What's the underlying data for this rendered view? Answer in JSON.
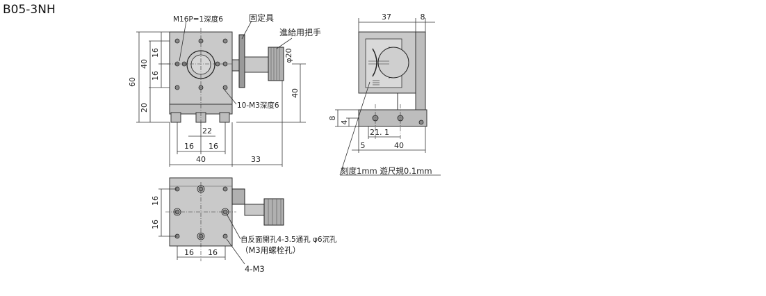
{
  "title": "B05-3NH",
  "top_view": {
    "thread_label": "M16P=1深度6",
    "fixture_label": "固定具",
    "handle_label": "進給用把手",
    "phi_label": "φ20",
    "holes_label": "10-M3深度6",
    "dims": {
      "d60": "60",
      "d16a": "16",
      "d40": "40",
      "d16b": "16",
      "d20": "20",
      "d22": "22",
      "d16c": "16",
      "d16d": "16",
      "d40w": "40",
      "d33": "33",
      "d40h": "40"
    }
  },
  "side_view": {
    "dims": {
      "d37": "37",
      "d8top": "8",
      "d8": "8",
      "d4": "4",
      "d211": "21. 1",
      "d5": "5",
      "d40": "40"
    },
    "scale_label": "刻度1mm 遊尺規0.1mm"
  },
  "bottom_view": {
    "through_label": "自反面開孔4-3.5通孔 φ6沉孔",
    "bolt_label": "（M3用螺栓孔）",
    "m3_label": "4-M3",
    "dims": {
      "d16a": "16",
      "d16b": "16",
      "d16c": "16",
      "d16d": "16"
    }
  }
}
